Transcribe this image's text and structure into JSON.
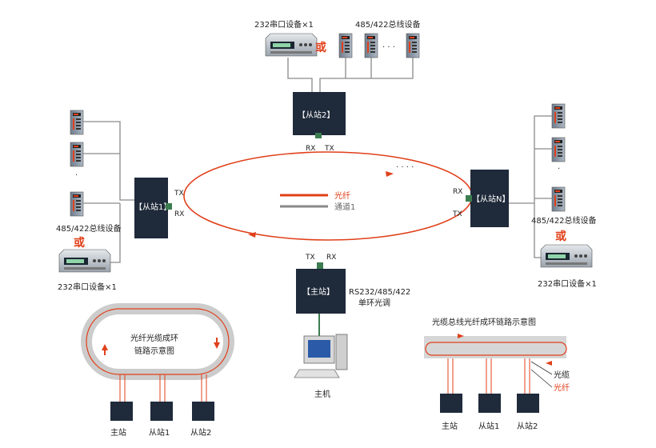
{
  "top": {
    "rs232": "232串口设备×1",
    "or": "或",
    "bus485": "485/422总线设备",
    "station": "【从站2】",
    "rx": "RX",
    "tx": "TX"
  },
  "left": {
    "station": "【从站1】",
    "tx": "TX",
    "rx": "RX",
    "bus485": "485/422总线设备",
    "or": "或",
    "rs232": "232串口设备×1"
  },
  "right": {
    "station": "【从站N】",
    "rx": "RX",
    "tx": "TX",
    "bus485": "485/422总线设备",
    "or": "或",
    "rs232": "232串口设备×1"
  },
  "master": {
    "station": "【主站】",
    "tx": "TX",
    "rx": "RX",
    "desc1": "RS232/485/422",
    "desc2": "单环光调",
    "host": "主机"
  },
  "legend": {
    "fiber": "光纤",
    "channel": "通道1"
  },
  "ring_diagram": {
    "title1": "光纤光缆成环",
    "title2": "链路示意图",
    "nodes": [
      "主站",
      "从站1",
      "从站2"
    ]
  },
  "bus_diagram": {
    "title": "光缆总线光纤成环链路示意图",
    "cable": "光缆",
    "fiber": "光纤",
    "nodes": [
      "主站",
      "从站1",
      "从站2"
    ]
  },
  "colors": {
    "fiber": "#e0401a",
    "cable": "#8a8a8a",
    "box": "#1f2a3a"
  }
}
